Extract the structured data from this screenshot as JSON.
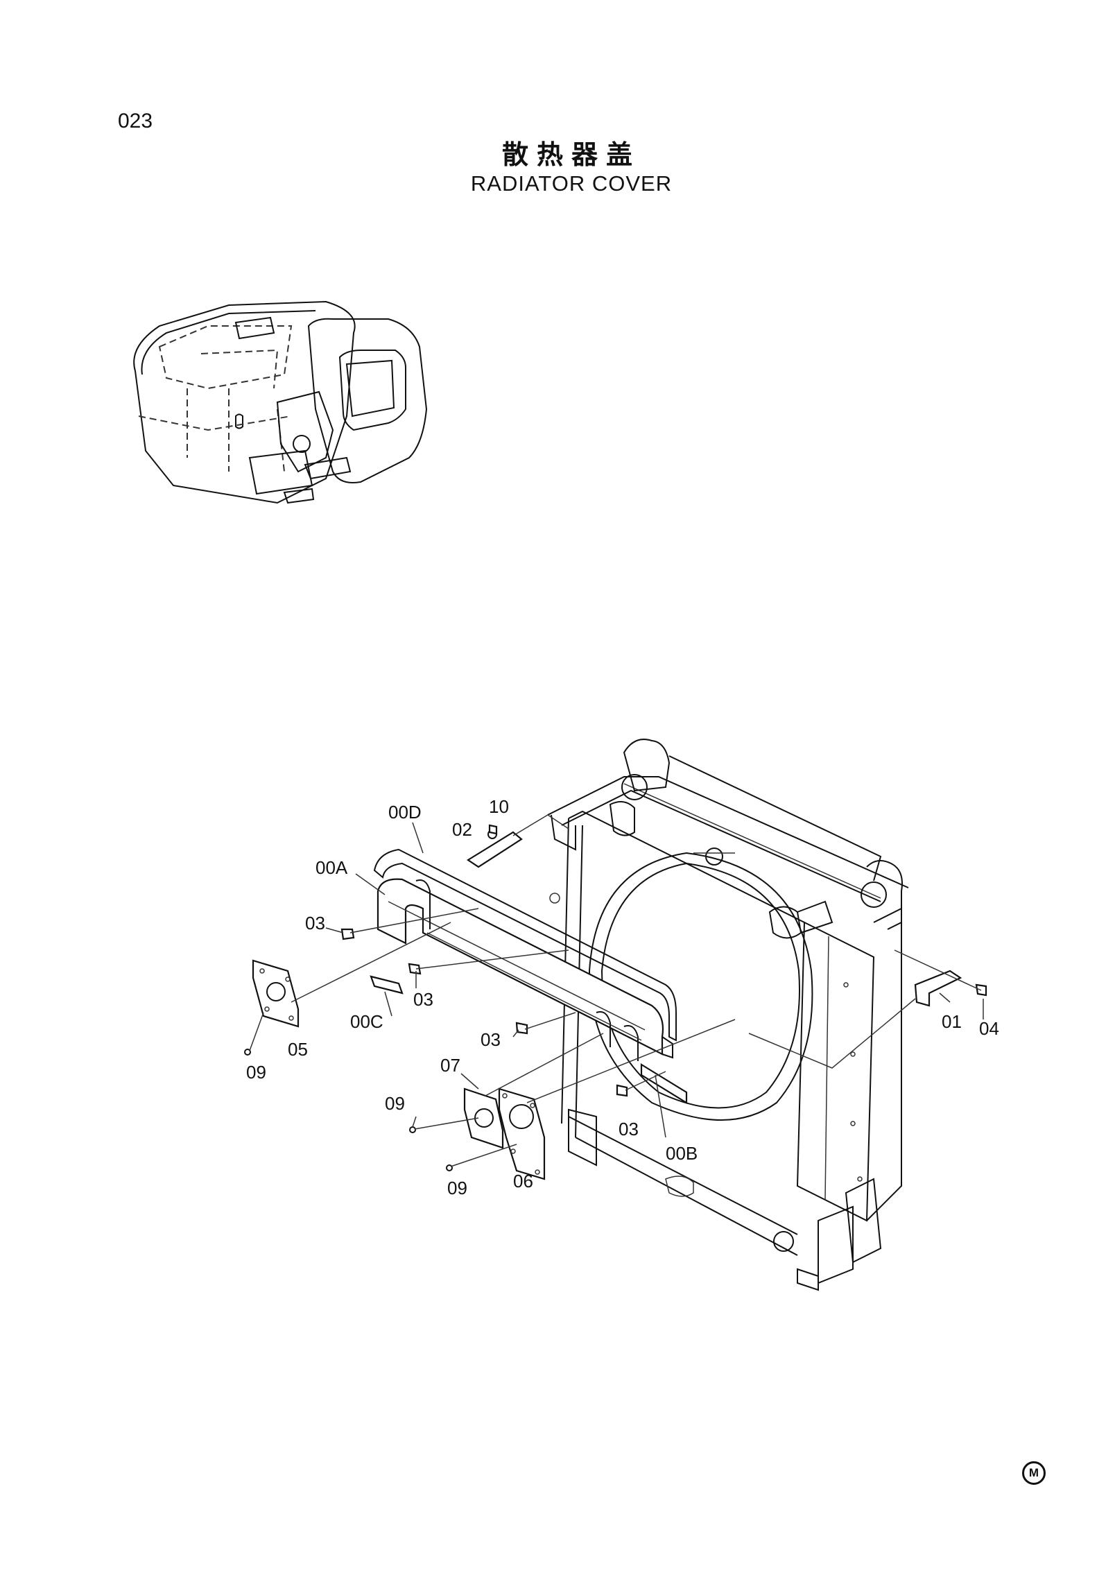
{
  "header": {
    "page_number": "023",
    "title_cn": "散热器盖",
    "title_en": "RADIATOR COVER"
  },
  "callouts": {
    "c00D": "00D",
    "c10": "10",
    "c02": "02",
    "c00A": "00A",
    "c03a": "03",
    "c03b": "03",
    "c03c": "03",
    "c03d": "03",
    "c00C": "00C",
    "c05": "05",
    "c09a": "09",
    "c07": "07",
    "c09b": "09",
    "c09c": "09",
    "c06": "06",
    "c00B": "00B",
    "c01": "01",
    "c04": "04"
  },
  "footer": {
    "mark": "M"
  }
}
